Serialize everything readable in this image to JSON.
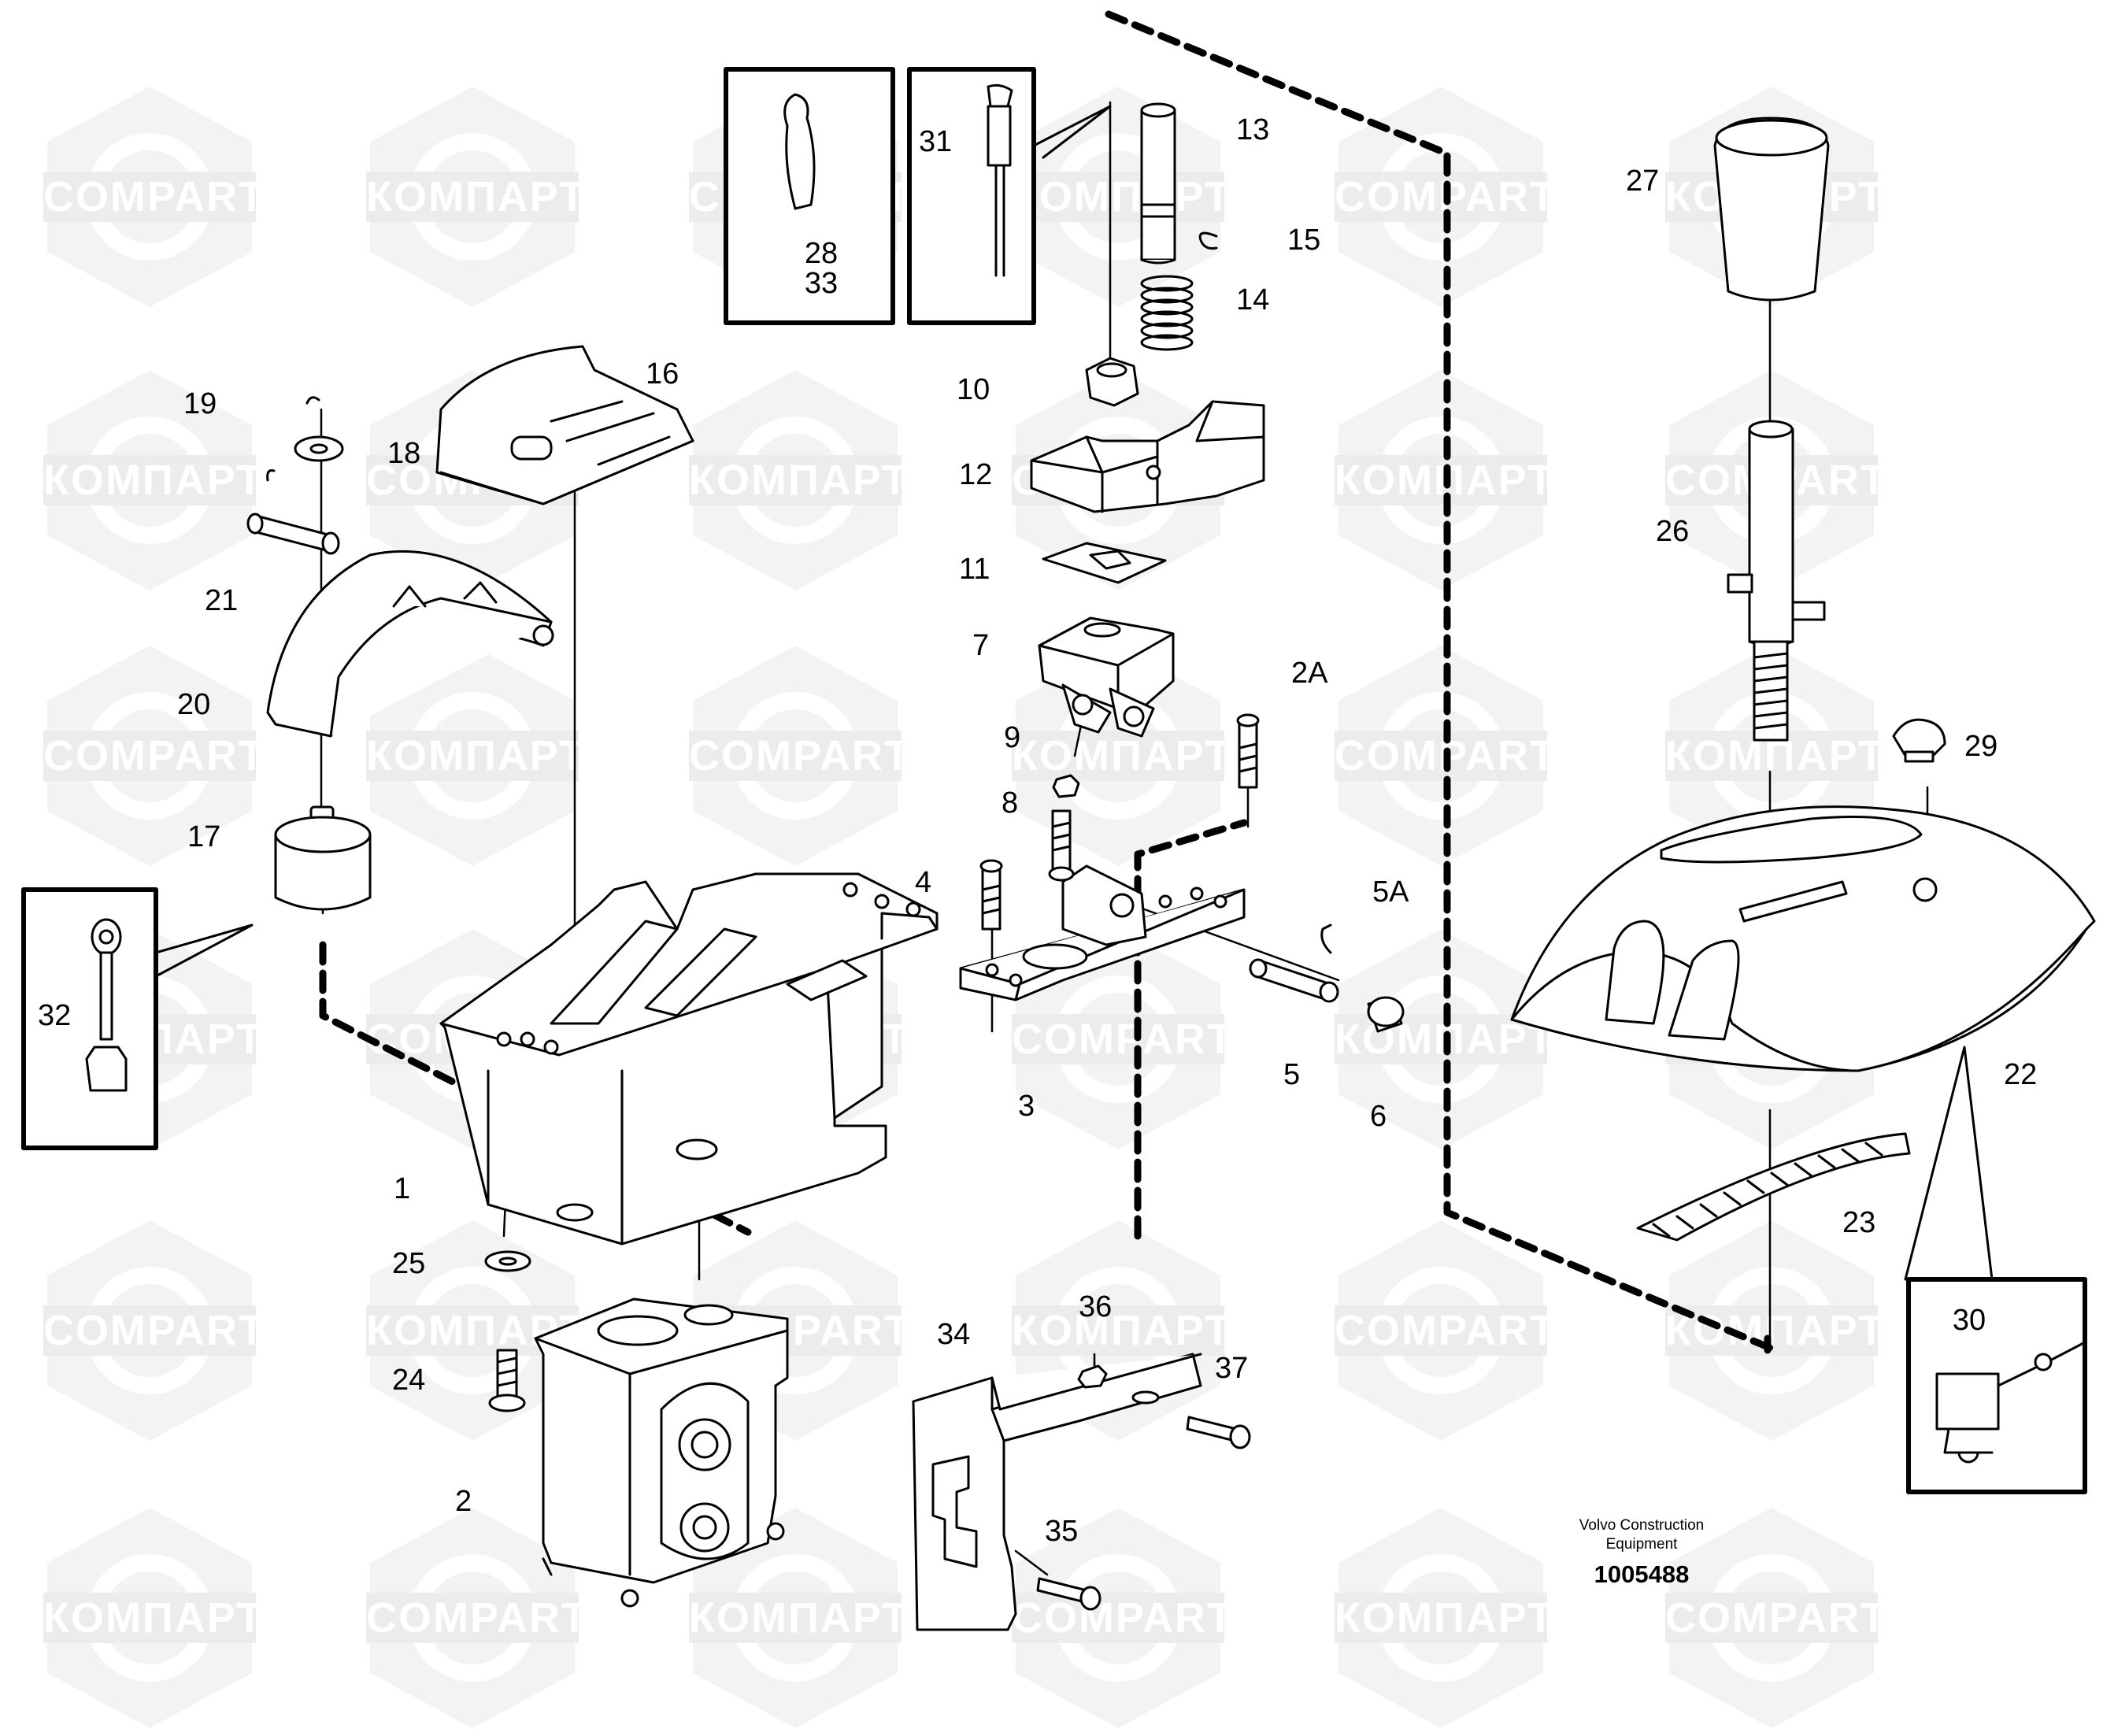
{
  "watermarks": {
    "latin": "COMPART",
    "cyrillic": "КОМПАРТ"
  },
  "callouts": [
    {
      "id": "1",
      "label": "1"
    },
    {
      "id": "2",
      "label": "2"
    },
    {
      "id": "2A",
      "label": "2A"
    },
    {
      "id": "3",
      "label": "3"
    },
    {
      "id": "4",
      "label": "4"
    },
    {
      "id": "5",
      "label": "5"
    },
    {
      "id": "5A",
      "label": "5A"
    },
    {
      "id": "6",
      "label": "6"
    },
    {
      "id": "7",
      "label": "7"
    },
    {
      "id": "8",
      "label": "8"
    },
    {
      "id": "9",
      "label": "9"
    },
    {
      "id": "10",
      "label": "10"
    },
    {
      "id": "11",
      "label": "11"
    },
    {
      "id": "12",
      "label": "12"
    },
    {
      "id": "13",
      "label": "13"
    },
    {
      "id": "14",
      "label": "14"
    },
    {
      "id": "15",
      "label": "15"
    },
    {
      "id": "16",
      "label": "16"
    },
    {
      "id": "17",
      "label": "17"
    },
    {
      "id": "18",
      "label": "18"
    },
    {
      "id": "19",
      "label": "19"
    },
    {
      "id": "20",
      "label": "20"
    },
    {
      "id": "21",
      "label": "21"
    },
    {
      "id": "22",
      "label": "22"
    },
    {
      "id": "23",
      "label": "23"
    },
    {
      "id": "24",
      "label": "24"
    },
    {
      "id": "25",
      "label": "25"
    },
    {
      "id": "26",
      "label": "26"
    },
    {
      "id": "27",
      "label": "27"
    },
    {
      "id": "28",
      "label": "28"
    },
    {
      "id": "29",
      "label": "29"
    },
    {
      "id": "30",
      "label": "30"
    },
    {
      "id": "31",
      "label": "31"
    },
    {
      "id": "32",
      "label": "32"
    },
    {
      "id": "33",
      "label": "33"
    },
    {
      "id": "34",
      "label": "34"
    },
    {
      "id": "35",
      "label": "35"
    },
    {
      "id": "36",
      "label": "36"
    },
    {
      "id": "37",
      "label": "37"
    }
  ],
  "footer": {
    "company_line1": "Volvo Construction",
    "company_line2": "Equipment",
    "drawing_number": "1005488"
  }
}
